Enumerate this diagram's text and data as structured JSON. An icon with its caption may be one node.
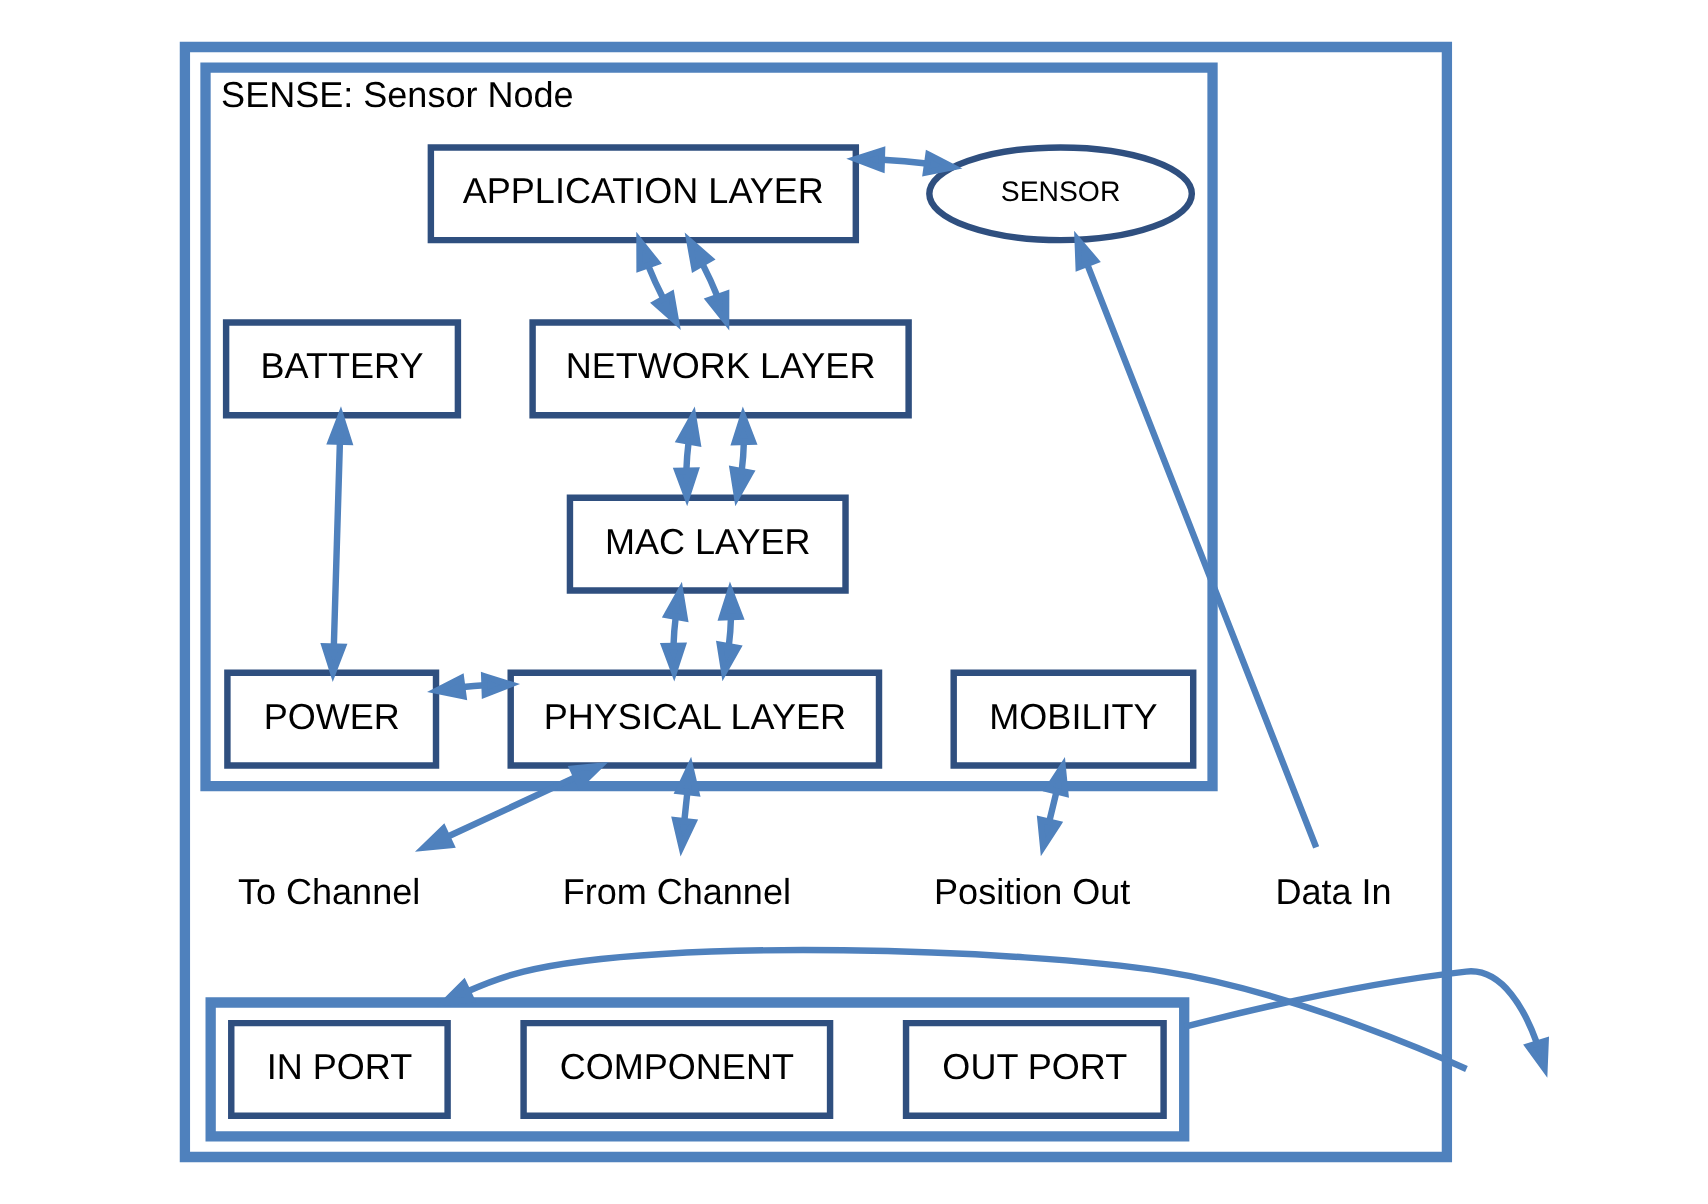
{
  "diagram": {
    "nodes": [
      {
        "text": [],
        "shape": "box"
      },
      {
        "text": [
          "SENSE: Sensor Node"
        ],
        "in": 0
      },
      {
        "text": [
          "APPLICATION LAYER"
        ],
        "in": 1
      },
      {
        "text": [
          "SENSOR"
        ],
        "in": 1
      },
      {
        "text": [
          "NETWORK LAYER"
        ],
        "in": 1
      },
      {
        "text": [
          "BATTERY"
        ],
        "in": 1
      },
      {
        "text": [
          "MAC LAYER"
        ],
        "in": 1
      },
      {
        "text": [
          "POWER"
        ],
        "in": 1
      },
      {
        "text": [
          "PHYSICAL LAYER"
        ],
        "in": 1
      },
      {
        "text": [
          "MOBILITY"
        ],
        "in": 1
      },
      {
        "text": [
          "To Channel"
        ],
        "in": 0
      },
      {
        "text": [
          "From Channel"
        ],
        "in": 0
      },
      {
        "text": [
          "Position Out"
        ],
        "in": 0
      },
      {
        "text": [
          "Data In"
        ],
        "in": 0
      },
      {
        "text": [],
        "shape": "box",
        "in": 0
      },
      {
        "text": [
          "IN PORT"
        ],
        "in": 14
      },
      {
        "text": [
          "COMPONENT"
        ],
        "in": 14
      },
      {
        "text": [
          "OUT PORT"
        ],
        "in": 14
      }
    ],
    "edges": [
      {
        "from": 2,
        "to": 4,
        "arrow": "both"
      },
      {
        "from": 2,
        "to": 4,
        "arrow": "both"
      },
      {
        "from": 4,
        "to": 6,
        "arrow": "both"
      },
      {
        "from": 4,
        "to": 6,
        "arrow": "both"
      },
      {
        "from": 6,
        "to": 8,
        "arrow": "both"
      },
      {
        "from": 6,
        "to": 8,
        "arrow": "both"
      },
      {
        "from": 5,
        "to": 7,
        "arrow": "both"
      },
      {
        "from": 7,
        "to": 8,
        "arrow": "both"
      },
      {
        "from": 2,
        "to": 3,
        "arrow": "both"
      },
      {
        "from": 8,
        "to": 10,
        "arrow": "both"
      },
      {
        "from": 8,
        "to": 11,
        "arrow": "both"
      },
      {
        "from": 9,
        "to": 12,
        "arrow": "both"
      },
      {
        "from": 13,
        "to": 3,
        "arrow": "to"
      },
      {
        "from": null,
        "to": 14,
        "arrow": "to"
      },
      {
        "from": 14,
        "to": null,
        "arrow": "to"
      }
    ]
  }
}
